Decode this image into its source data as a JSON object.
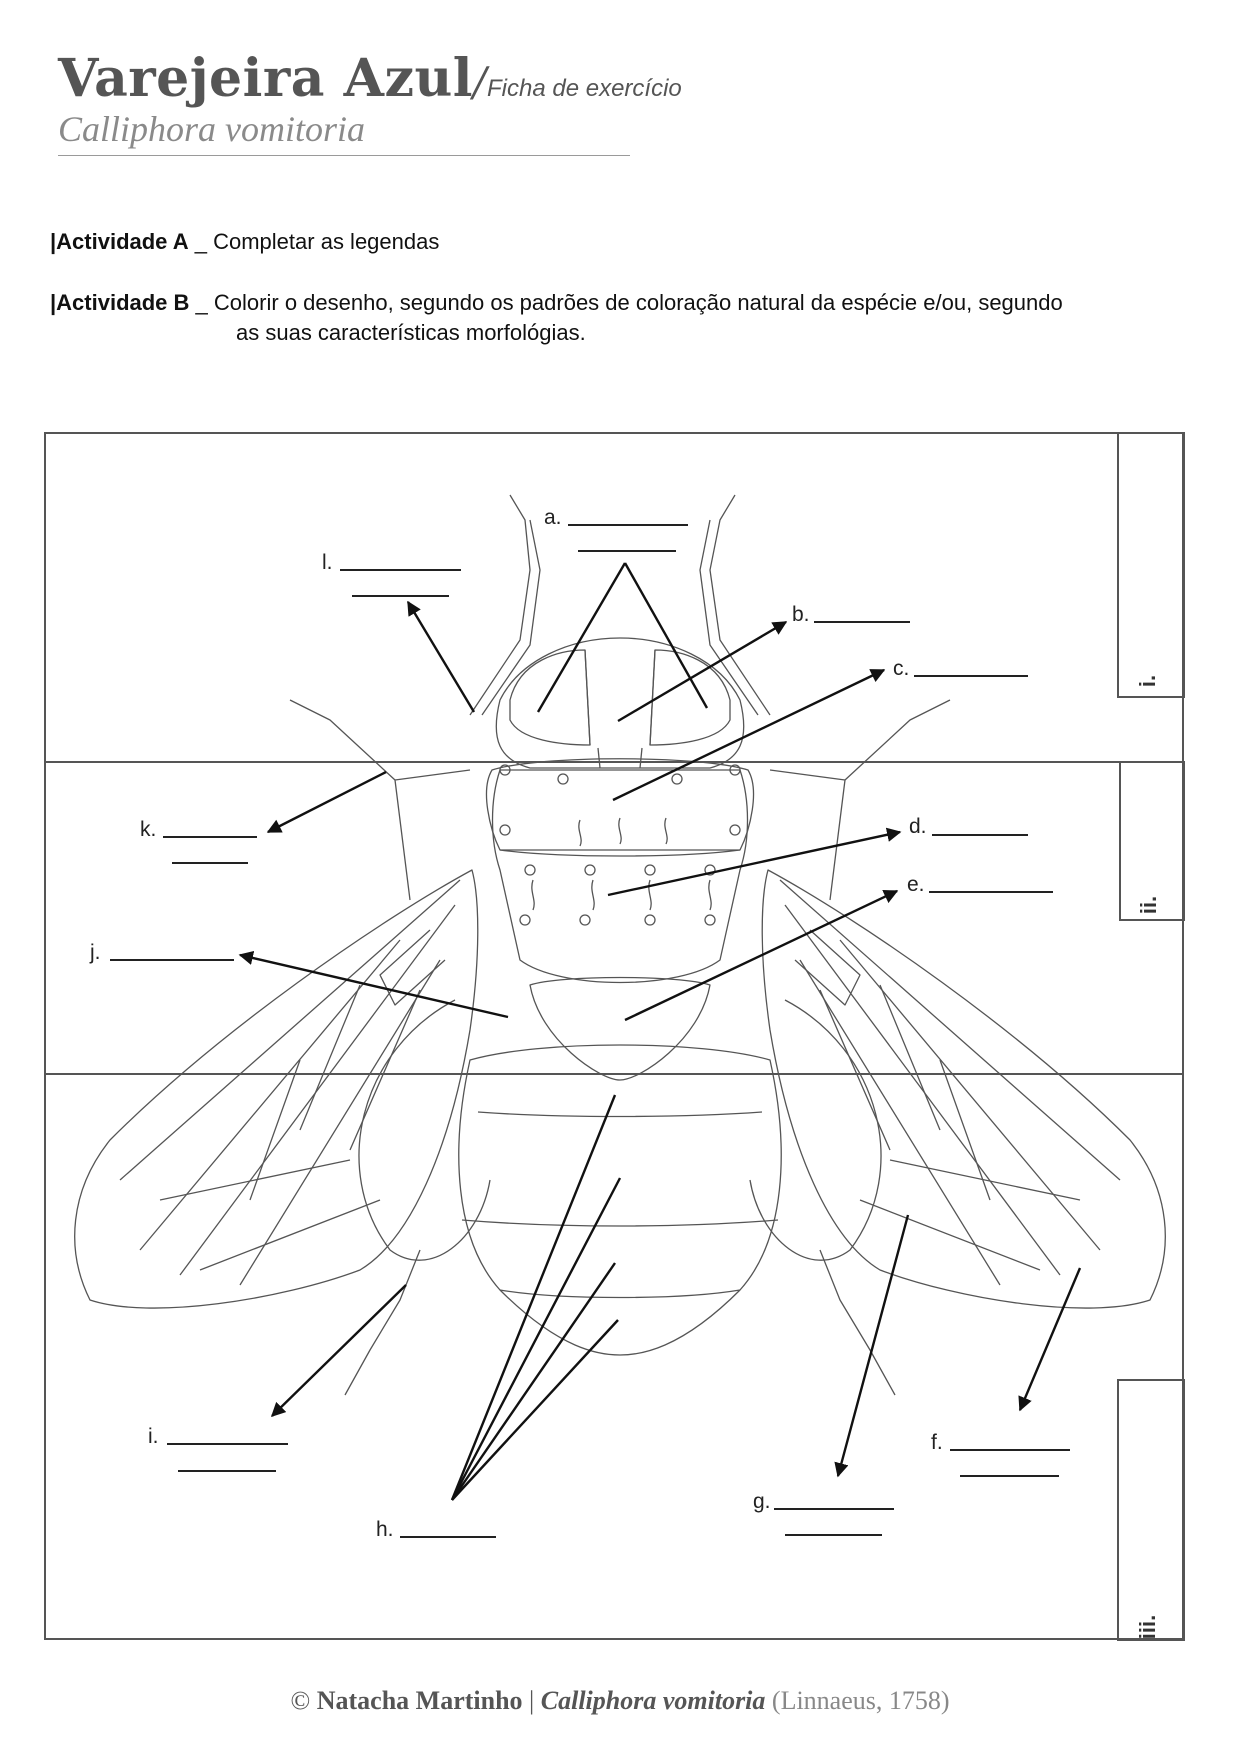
{
  "header": {
    "title": "Varejeira Azul",
    "slash": "/",
    "subtitle": "Ficha de exercício",
    "species": "Calliphora vomitoria"
  },
  "activities": {
    "a": {
      "label": "|Actividade A",
      "sep": "_",
      "text": "Completar as legendas"
    },
    "b": {
      "label": "|Actividade B",
      "sep": "_",
      "text": "Colorir o desenho, segundo os padrões de coloração natural da espécie e/ou, segundo",
      "text2": "as suas características morfológias."
    }
  },
  "sections": {
    "i": "i.",
    "ii": "ii.",
    "iii": "iii."
  },
  "labels": {
    "a": "a.",
    "b": "b.",
    "c": "c.",
    "d": "d.",
    "e": "e.",
    "f": "f.",
    "g": "g.",
    "h": "h.",
    "i": "i.",
    "j": "j.",
    "k": "k.",
    "l": "l."
  },
  "footer": {
    "copyright": "©",
    "author": "Natacha Martinho",
    "divider": "|",
    "species": "Calliphora vomitoria",
    "authority": "(Linnaeus, 1758)"
  },
  "colors": {
    "text": "#111111",
    "heading": "#555555",
    "species": "#8a8a8a",
    "line": "#555555",
    "drawing": "#444444"
  }
}
